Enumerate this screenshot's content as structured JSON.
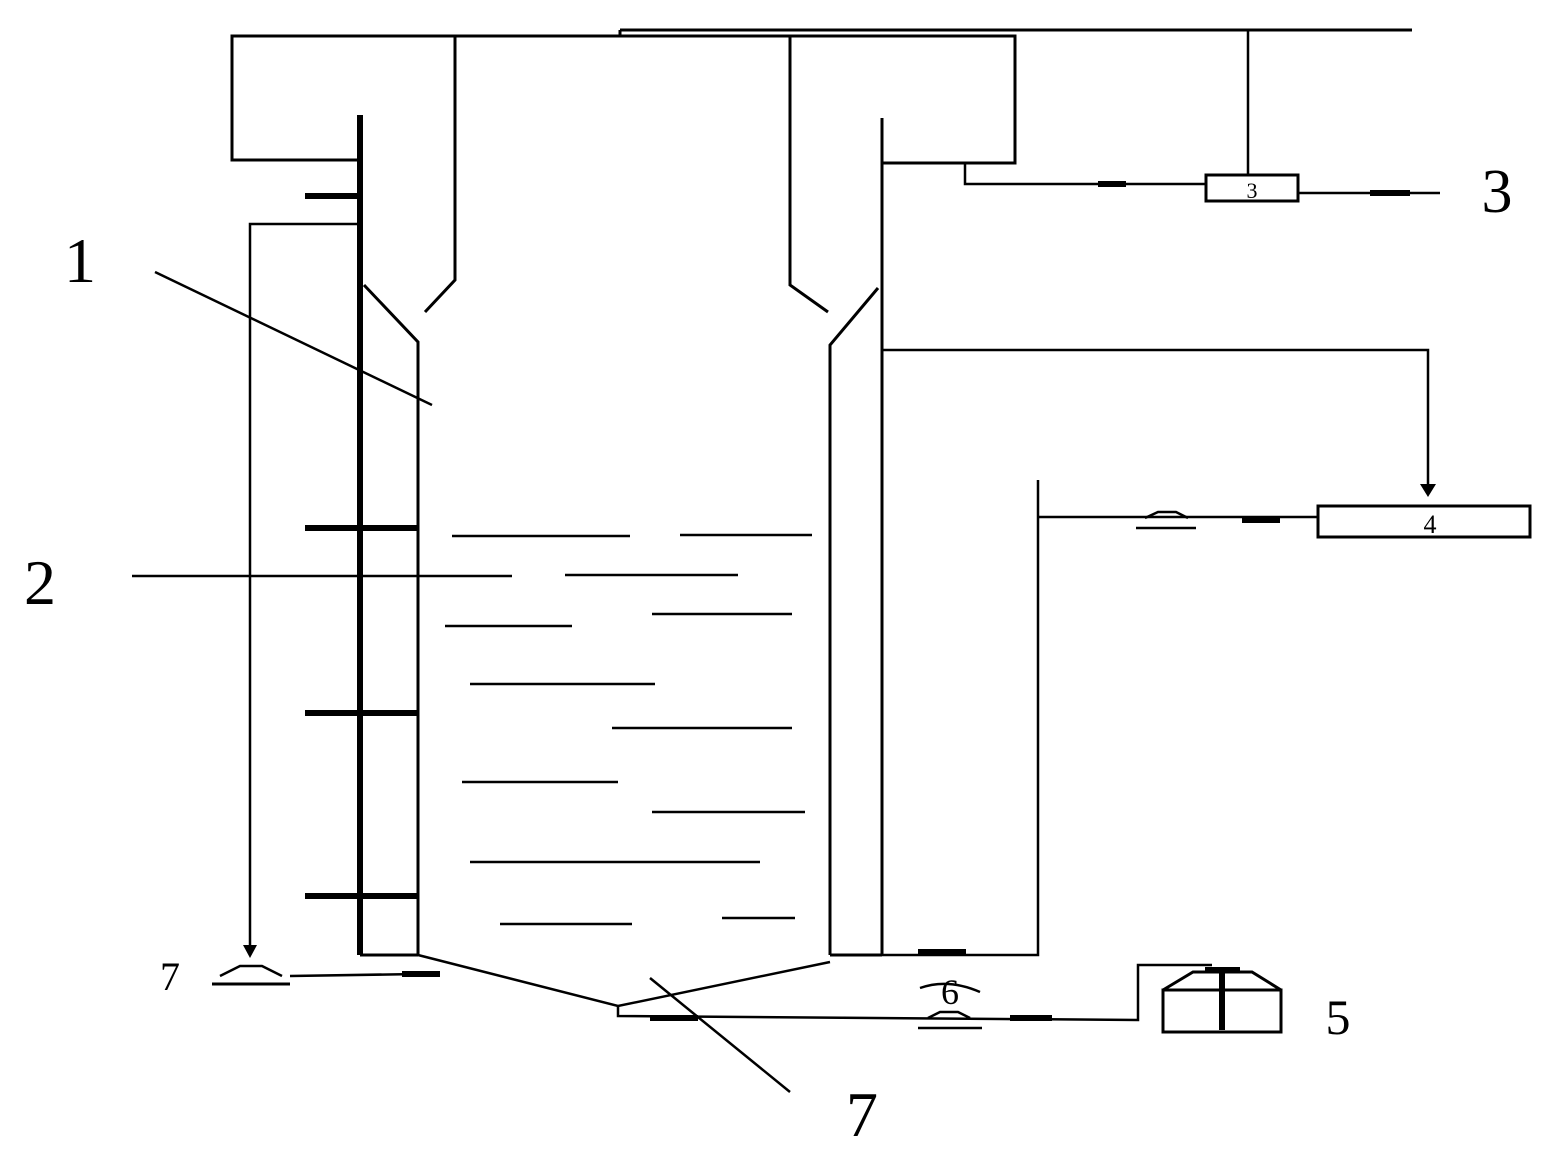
{
  "diagram": {
    "labels": {
      "label_1": "1",
      "label_2": "2",
      "label_3": "3",
      "label_4": "4",
      "label_5": "5",
      "label_6": "6",
      "label_7_bottom": "7",
      "label_7_left": "7"
    },
    "box_3_text": "3",
    "box_4_text": "4",
    "colors": {
      "ink": "#000000",
      "paper": "#ffffff"
    }
  }
}
